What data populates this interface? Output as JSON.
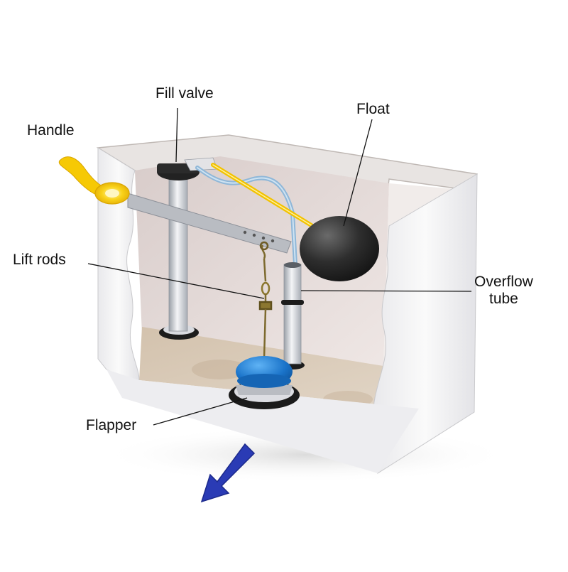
{
  "labels": {
    "handle": "Handle",
    "fill_valve": "Fill valve",
    "float": "Float",
    "lift_rods": "Lift rods",
    "overflow_tube_line1": "Overflow",
    "overflow_tube_line2": "tube",
    "flapper": "Flapper"
  },
  "colors": {
    "tank_outer": "#f2f2f2",
    "tank_inner": "#e6dcd9",
    "tank_floor": "#d9cbb8",
    "handle": "#f5c400",
    "float": "#2a2a2a",
    "flapper": "#1a73c9",
    "supply_tube": "#8fb7d8",
    "arrow": "#2a3bb5",
    "metal": "#c9ccd1"
  },
  "icons": [
    "flush-direction-arrow"
  ]
}
